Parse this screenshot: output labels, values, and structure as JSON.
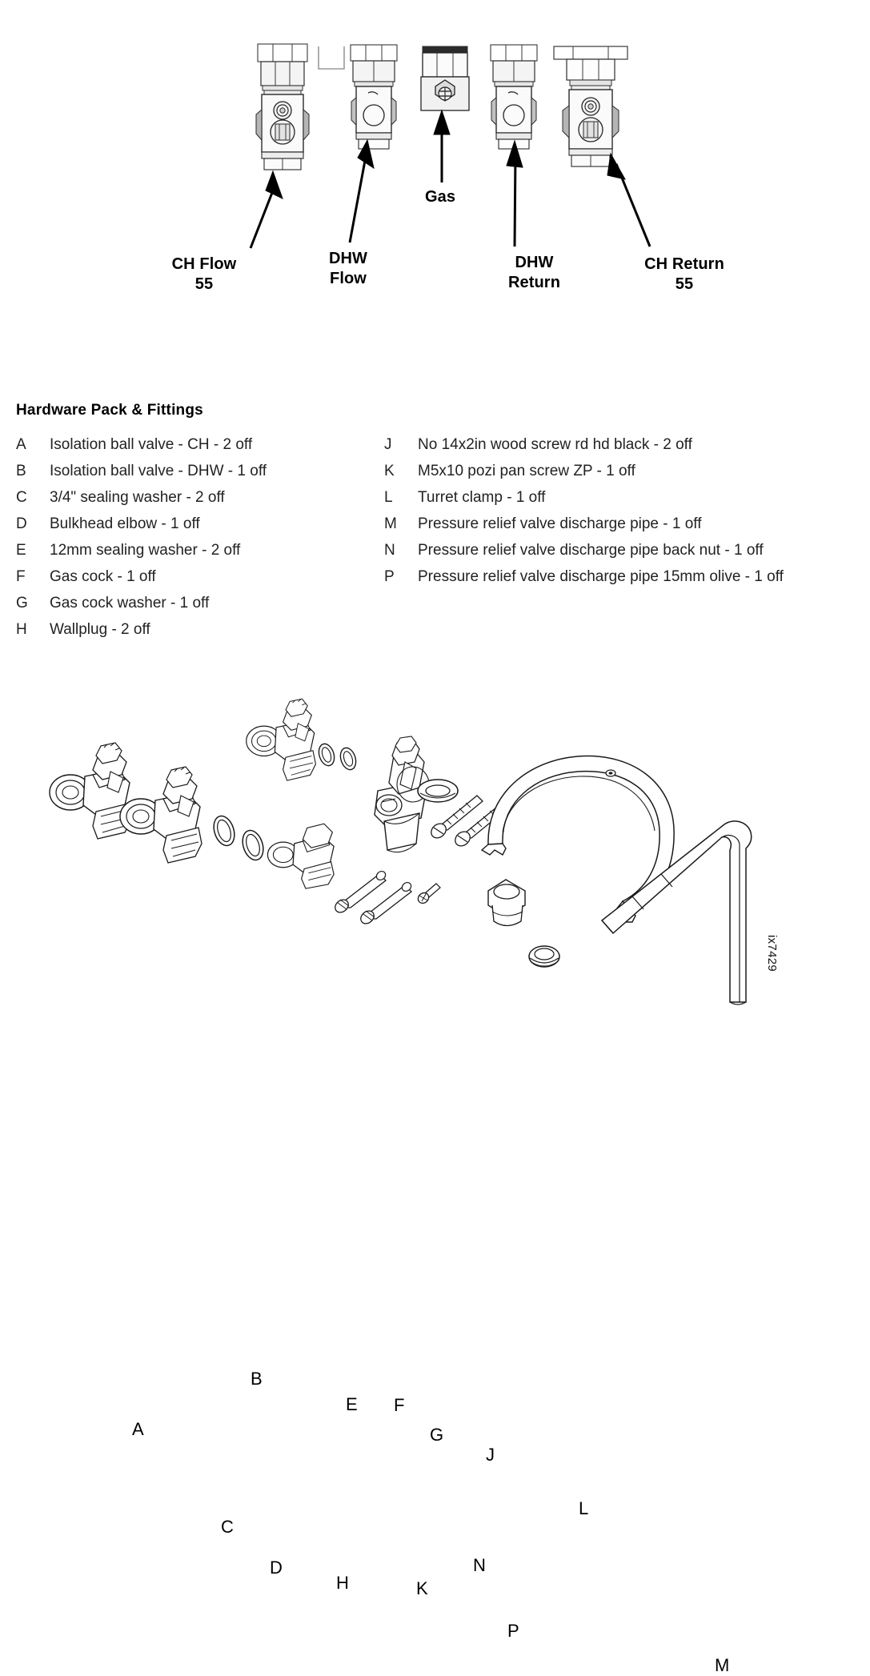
{
  "top_diagram": {
    "connections": [
      {
        "id": "ch-flow",
        "label": "CH Flow\n55",
        "icon": "valve-icon"
      },
      {
        "id": "dhw-flow",
        "label": "DHW\nFlow",
        "icon": "valve-icon"
      },
      {
        "id": "gas",
        "label": "Gas",
        "icon": "gas-cock-icon"
      },
      {
        "id": "dhw-return",
        "label": "DHW\nReturn",
        "icon": "valve-icon"
      },
      {
        "id": "ch-return",
        "label": "CH Return\n55",
        "icon": "valve-icon"
      }
    ]
  },
  "hardware_pack": {
    "title": "Hardware Pack & Fittings",
    "left_column": [
      {
        "ref": "A",
        "desc": "Isolation ball valve - CH - 2 off"
      },
      {
        "ref": "B",
        "desc": "Isolation ball valve - DHW - 1 off"
      },
      {
        "ref": "C",
        "desc": "3/4\" sealing washer - 2 off"
      },
      {
        "ref": "D",
        "desc": "Bulkhead elbow - 1 off"
      },
      {
        "ref": "E",
        "desc": "12mm sealing washer - 2 off"
      },
      {
        "ref": "F",
        "desc": "Gas cock - 1 off"
      },
      {
        "ref": "G",
        "desc": "Gas cock washer - 1 off"
      },
      {
        "ref": "H",
        "desc": "Wallplug - 2 off"
      }
    ],
    "right_column": [
      {
        "ref": "J",
        "desc": "No 14x2in wood screw rd hd black - 2 off"
      },
      {
        "ref": "K",
        "desc": "M5x10 pozi pan screw ZP - 1 off"
      },
      {
        "ref": "L",
        "desc": "Turret clamp - 1 off"
      },
      {
        "ref": "M",
        "desc": "Pressure relief valve discharge pipe - 1 off"
      },
      {
        "ref": "N",
        "desc": "Pressure relief valve discharge pipe back nut - 1 off"
      },
      {
        "ref": "P",
        "desc": "Pressure relief valve discharge pipe 15mm olive - 1 off"
      }
    ]
  },
  "exploded_diagram": {
    "callouts": [
      {
        "ref": "A",
        "part": "isolation-ball-valve-ch"
      },
      {
        "ref": "B",
        "part": "isolation-ball-valve-dhw"
      },
      {
        "ref": "C",
        "part": "sealing-washer-three-quarter"
      },
      {
        "ref": "D",
        "part": "bulkhead-elbow"
      },
      {
        "ref": "E",
        "part": "sealing-washer-12mm"
      },
      {
        "ref": "F",
        "part": "gas-cock"
      },
      {
        "ref": "G",
        "part": "gas-cock-washer"
      },
      {
        "ref": "H",
        "part": "wallplug"
      },
      {
        "ref": "J",
        "part": "wood-screw"
      },
      {
        "ref": "K",
        "part": "pozi-pan-screw"
      },
      {
        "ref": "L",
        "part": "turret-clamp"
      },
      {
        "ref": "M",
        "part": "discharge-pipe"
      },
      {
        "ref": "N",
        "part": "discharge-pipe-back-nut"
      },
      {
        "ref": "P",
        "part": "discharge-pipe-olive"
      }
    ],
    "reference_code": "ix7429"
  },
  "colors": {
    "ink": "#000000",
    "text": "#222222",
    "line": "#1a1a1a",
    "shade_light": "#f2f2f2",
    "shade_mid": "#d9d9d9",
    "shade_dark": "#9a9a9a",
    "background": "#ffffff"
  }
}
